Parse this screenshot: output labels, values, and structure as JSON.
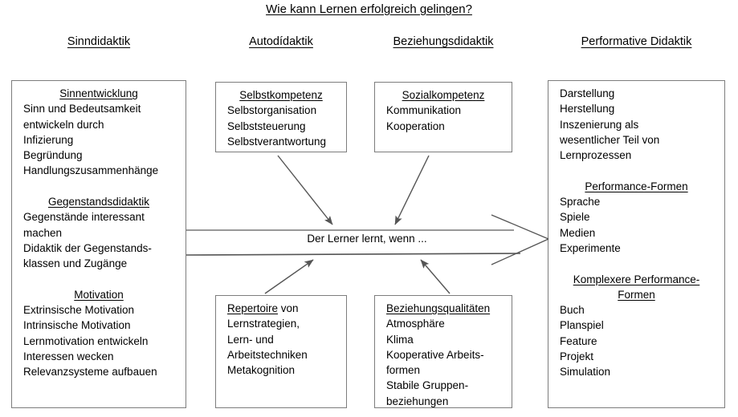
{
  "title": "Wie kann Lernen erfolgreich gelingen?",
  "columns": [
    {
      "id": "sinndidaktik",
      "label": "Sinndidaktik"
    },
    {
      "id": "autodidaktik",
      "label": "Autodídaktik "
    },
    {
      "id": "beziehungsdidaktik",
      "label": "Beziehungsdidaktik "
    },
    {
      "id": "performative-didaktik",
      "label": "Performative Didaktik"
    }
  ],
  "boxes": {
    "sinndidaktik": {
      "blocks": [
        {
          "heading": "Sinnentwicklung",
          "items": [
            "Sinn und Bedeutsamkeit",
            "entwickeln durch",
            "Infizierung",
            "Begründung",
            "Handlungszusammenhänge"
          ]
        },
        {
          "heading": "Gegenstandsdidaktik",
          "items": [
            "Gegenstände interessant",
            "machen",
            "Didaktik der Gegenstands-",
            "klassen und Zugänge"
          ]
        },
        {
          "heading": "Motivation",
          "items": [
            "Extrinsische Motivation",
            "Intrinsische Motivation",
            "Lernmotivation entwickeln",
            "Interessen wecken",
            "Relevanzsysteme aufbauen"
          ]
        }
      ]
    },
    "selbstkompetenz": {
      "blocks": [
        {
          "heading": "Selbstkompetenz",
          "items": [
            "Selbstorganisation",
            "Selbststeuerung",
            "Selbstverantwortung"
          ]
        }
      ]
    },
    "sozialkompetenz": {
      "blocks": [
        {
          "heading": "Sozialkompetenz",
          "items": [
            "Kommunikation",
            "Kooperation"
          ]
        }
      ]
    },
    "performative": {
      "blocks": [
        {
          "heading": "",
          "items": [
            "Darstellung",
            "Herstellung",
            "Inszenierung als",
            "wesentlicher Teil von",
            "Lernprozessen"
          ]
        },
        {
          "heading": "Performance-Formen",
          "items": [
            "Sprache",
            "Spiele",
            "Medien",
            "Experimente"
          ]
        },
        {
          "heading": "Komplexere Performance-",
          "heading2": "Formen",
          "items": [
            "Buch",
            "Planspiel",
            "Feature",
            "Projekt",
            "Simulation"
          ]
        }
      ]
    },
    "repertoire": {
      "blocks": [
        {
          "heading_inline_underlined": "Repertoire",
          "heading_inline_rest": " von",
          "items": [
            "Lernstrategien,",
            "Lern- und",
            "Arbeitstechniken",
            "Metakognition"
          ]
        }
      ]
    },
    "beziehungsqualitaeten": {
      "blocks": [
        {
          "heading_left": "Beziehungsqualitäten",
          "items": [
            "Atmosphäre",
            "Klima",
            "Kooperative Arbeits-",
            "formen",
            "Stabile Gruppen-",
            "beziehungen"
          ]
        }
      ]
    }
  },
  "banner": {
    "label": "Der Lerner lernt, wenn ..."
  },
  "colors": {
    "border": "#7d7d7d",
    "text": "#000000",
    "arrow": "#555555",
    "background": "#ffffff"
  }
}
